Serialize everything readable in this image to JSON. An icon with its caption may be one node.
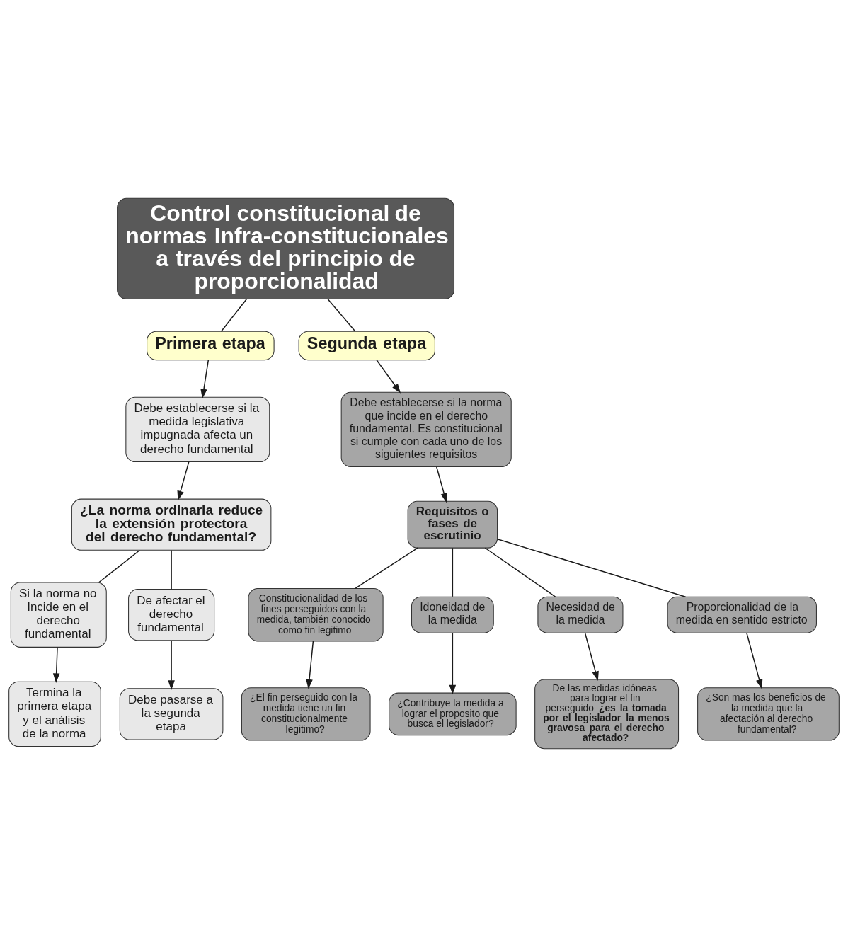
{
  "diagram": {
    "nodes": [
      {
        "text": [
          "Control constitucional de normas Infra-constitucionales a través del principio de proporcionalidad"
        ]
      },
      {
        "text": [
          "Primera etapa"
        ]
      },
      {
        "text": [
          "Segunda etapa"
        ]
      },
      {
        "text": [
          "Debe establecerse si la medida legislativa impugnada afecta un derecho fundamental"
        ]
      },
      {
        "text": [
          "¿La norma ordinaria reduce la extensión protectora del derecho fundamental?"
        ]
      },
      {
        "text": [
          "Si la norma no Incide en el derecho fundamental"
        ]
      },
      {
        "text": [
          "De afectar el derecho fundamental"
        ]
      },
      {
        "text": [
          "Termina la primera etapa y el análisis de la norma"
        ]
      },
      {
        "text": [
          "Debe pasarse a la segunda etapa"
        ]
      },
      {
        "text": [
          "Debe establecerse si la norma que incide en el derecho fundamental. Es constitucional si cumple con cada uno de los siguientes requisitos"
        ]
      },
      {
        "text": [
          "Requisitos o fases de escrutinio"
        ]
      },
      {
        "text": [
          "Constitucionalidad de los fines perseguidos con la medida, también conocido como fin legitimo"
        ]
      },
      {
        "text": [
          "Idoneidad de la medida"
        ]
      },
      {
        "text": [
          "Necesidad de la medida"
        ]
      },
      {
        "text": [
          "Proporcionalidad de la medida en sentido estricto"
        ]
      },
      {
        "text": [
          "¿El fin perseguido con la medida tiene un fin constitucionalmente legitimo?"
        ]
      },
      {
        "text": [
          "¿Contribuye la medida a lograr el proposito que busca el legislador?"
        ]
      },
      {
        "text": [
          "De las medidas idóneas para lograr el fin perseguido **¿es la tomada por el legislador la menos gravosa para el derecho afectado?**"
        ]
      },
      {
        "text": [
          "¿Son mas los beneficios de la medida que la afectación al derecho fundamental?"
        ]
      }
    ],
    "edges": [
      {
        "from": 0,
        "to": 1,
        "arrow": "none"
      },
      {
        "from": 0,
        "to": 2,
        "arrow": "none"
      },
      {
        "from": 1,
        "to": 3,
        "arrow": "to"
      },
      {
        "from": 3,
        "to": 4,
        "arrow": "to"
      },
      {
        "from": 4,
        "to": 5,
        "arrow": "none"
      },
      {
        "from": 4,
        "to": 6,
        "arrow": "none"
      },
      {
        "from": 5,
        "to": 7,
        "arrow": "to"
      },
      {
        "from": 6,
        "to": 8,
        "arrow": "to"
      },
      {
        "from": 2,
        "to": 9,
        "arrow": "to"
      },
      {
        "from": 9,
        "to": 10,
        "arrow": "to"
      },
      {
        "from": 10,
        "to": 11,
        "arrow": "none"
      },
      {
        "from": 10,
        "to": 12,
        "arrow": "none"
      },
      {
        "from": 10,
        "to": 13,
        "arrow": "none"
      },
      {
        "from": 10,
        "to": 14,
        "arrow": "none"
      },
      {
        "from": 11,
        "to": 15,
        "arrow": "to"
      },
      {
        "from": 12,
        "to": 16,
        "arrow": "to"
      },
      {
        "from": 13,
        "to": 17,
        "arrow": "to"
      },
      {
        "from": 14,
        "to": 18,
        "arrow": "to"
      }
    ]
  }
}
